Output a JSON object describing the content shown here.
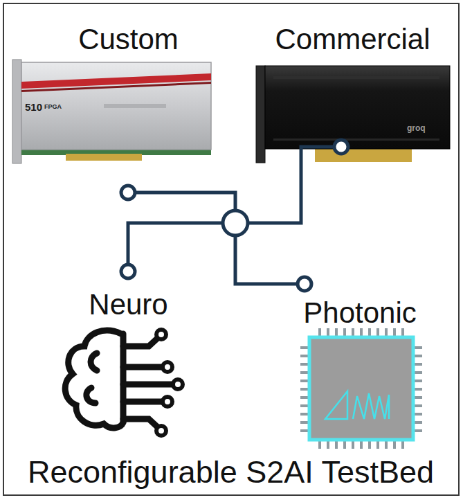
{
  "diagram": {
    "caption": "Reconfigurable S2AI TestBed",
    "nodes": [
      {
        "text": [
          "Custom"
        ]
      },
      {
        "text": [
          "Commercial"
        ]
      },
      {
        "text": [
          "Neuro"
        ]
      },
      {
        "text": [
          "Photonic"
        ]
      }
    ],
    "labels": [
      "510",
      "FPGA",
      "groq"
    ]
  }
}
